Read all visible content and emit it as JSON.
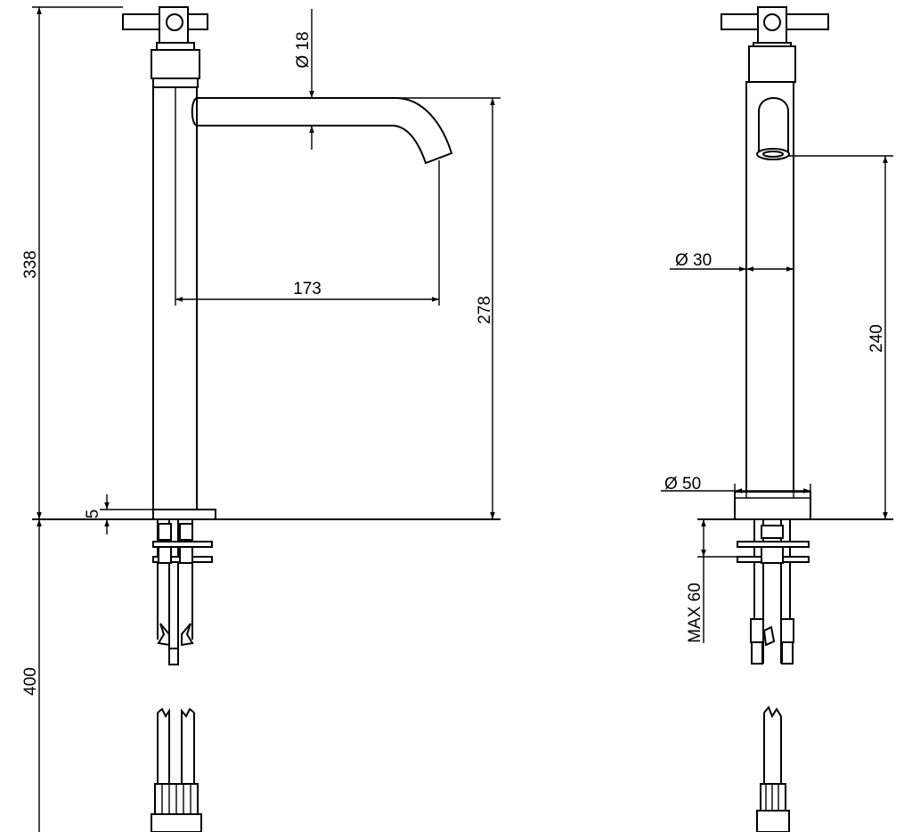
{
  "dimensions": {
    "overall_height": "338",
    "spout_diameter": "Ø 18",
    "spout_reach": "173",
    "spout_height": "278",
    "base_thickness": "5",
    "below_counter_length": "400",
    "body_diameter": "Ø 30",
    "outlet_height": "240",
    "base_diameter": "Ø 50",
    "max_counter_thickness": "MAX 60"
  }
}
